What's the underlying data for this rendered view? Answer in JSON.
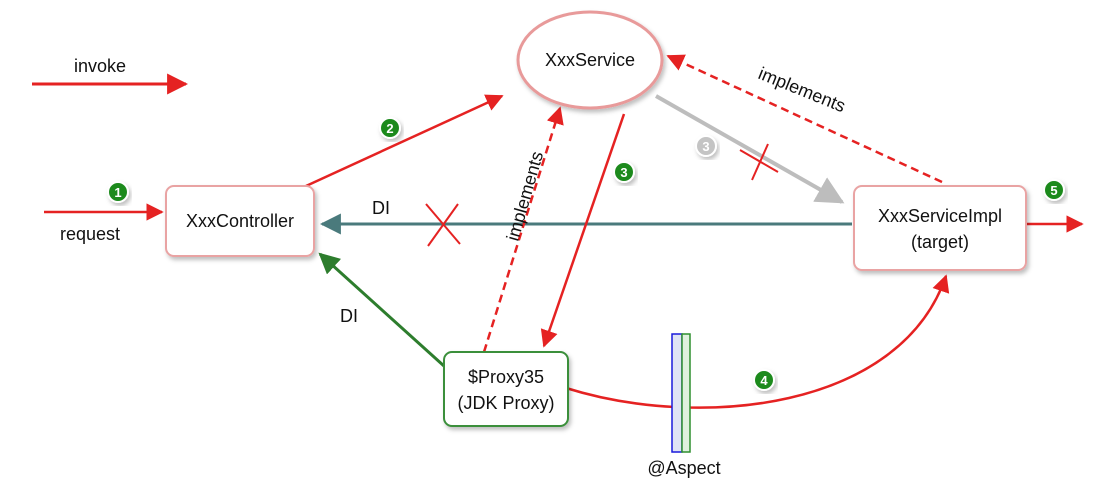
{
  "legend": {
    "label": "invoke"
  },
  "nodes": {
    "controller": {
      "label": "XxxController"
    },
    "service": {
      "label": "XxxService"
    },
    "impl": {
      "line1": "XxxServiceImpl",
      "line2": "(target)"
    },
    "proxy": {
      "line1": "$Proxy35",
      "line2": "(JDK Proxy)"
    },
    "aspect": {
      "label": "@Aspect"
    }
  },
  "edge_labels": {
    "request": "request",
    "di_top": "DI",
    "di_bottom": "DI",
    "implements_top": "implements",
    "implements_proxy": "implements"
  },
  "steps": [
    "1",
    "2",
    "3",
    "3",
    "4",
    "5"
  ],
  "colors": {
    "invoke": "#e52222",
    "di_blocked": "#4a7a7c",
    "di": "#2d7d2d",
    "inactive": "#bdbdbd",
    "service_stroke": "#e89a9a",
    "node_stroke_red": "#e9a3a3",
    "node_stroke_green": "#3a8f3a",
    "badge_green": "#1f8a1f",
    "badge_gray": "#c4c4c4",
    "aspect_blue": "#1a1adb",
    "aspect_green": "#2f8f2f"
  }
}
